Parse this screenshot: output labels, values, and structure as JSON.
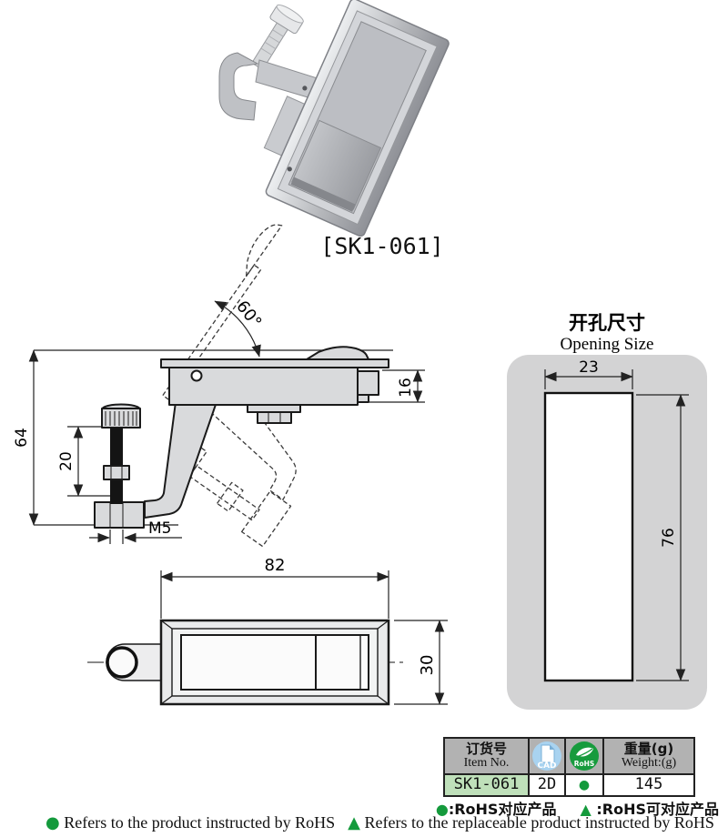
{
  "caption": "[SK1-061]",
  "side_view": {
    "dim_height": "64",
    "dim_screw": "20",
    "dim_thread": "M5",
    "dim_depth": "16",
    "dim_angle": "60°"
  },
  "front_view": {
    "dim_width": "82",
    "dim_height": "30"
  },
  "opening": {
    "title_cn": "开孔尺寸",
    "title_en": "Opening Size",
    "dim_width": "23",
    "dim_height": "76"
  },
  "table": {
    "item_header_cn": "订货号",
    "item_header_en": "Item No.",
    "cad_icon_label": "CAD",
    "rohs_icon_label": "RoHS",
    "weight_header_cn": "重量(g)",
    "weight_header_en": "Weight:(g)",
    "row": {
      "item_no": "SK1-061",
      "cad": "2D",
      "rohs_mark": "●",
      "weight": "145"
    }
  },
  "legend": {
    "dot": "●",
    "triangle": "▲",
    "cn_dot_text": ":RoHS对应产品",
    "cn_tri_text": ":RoHS可对应产品",
    "en_dot_text": "Refers to the product instructed by RoHS",
    "en_tri_text": "Refers to the replaceable product instructed by RoHS"
  },
  "colors": {
    "accent_green": "#149a3c",
    "cad_blue": "#a9d3f0",
    "rohs_green": "#179b3d",
    "panel_gray": "#d3d3d4",
    "header_gray": "#b2b2b2",
    "item_cell_green": "#bfe0ba"
  }
}
